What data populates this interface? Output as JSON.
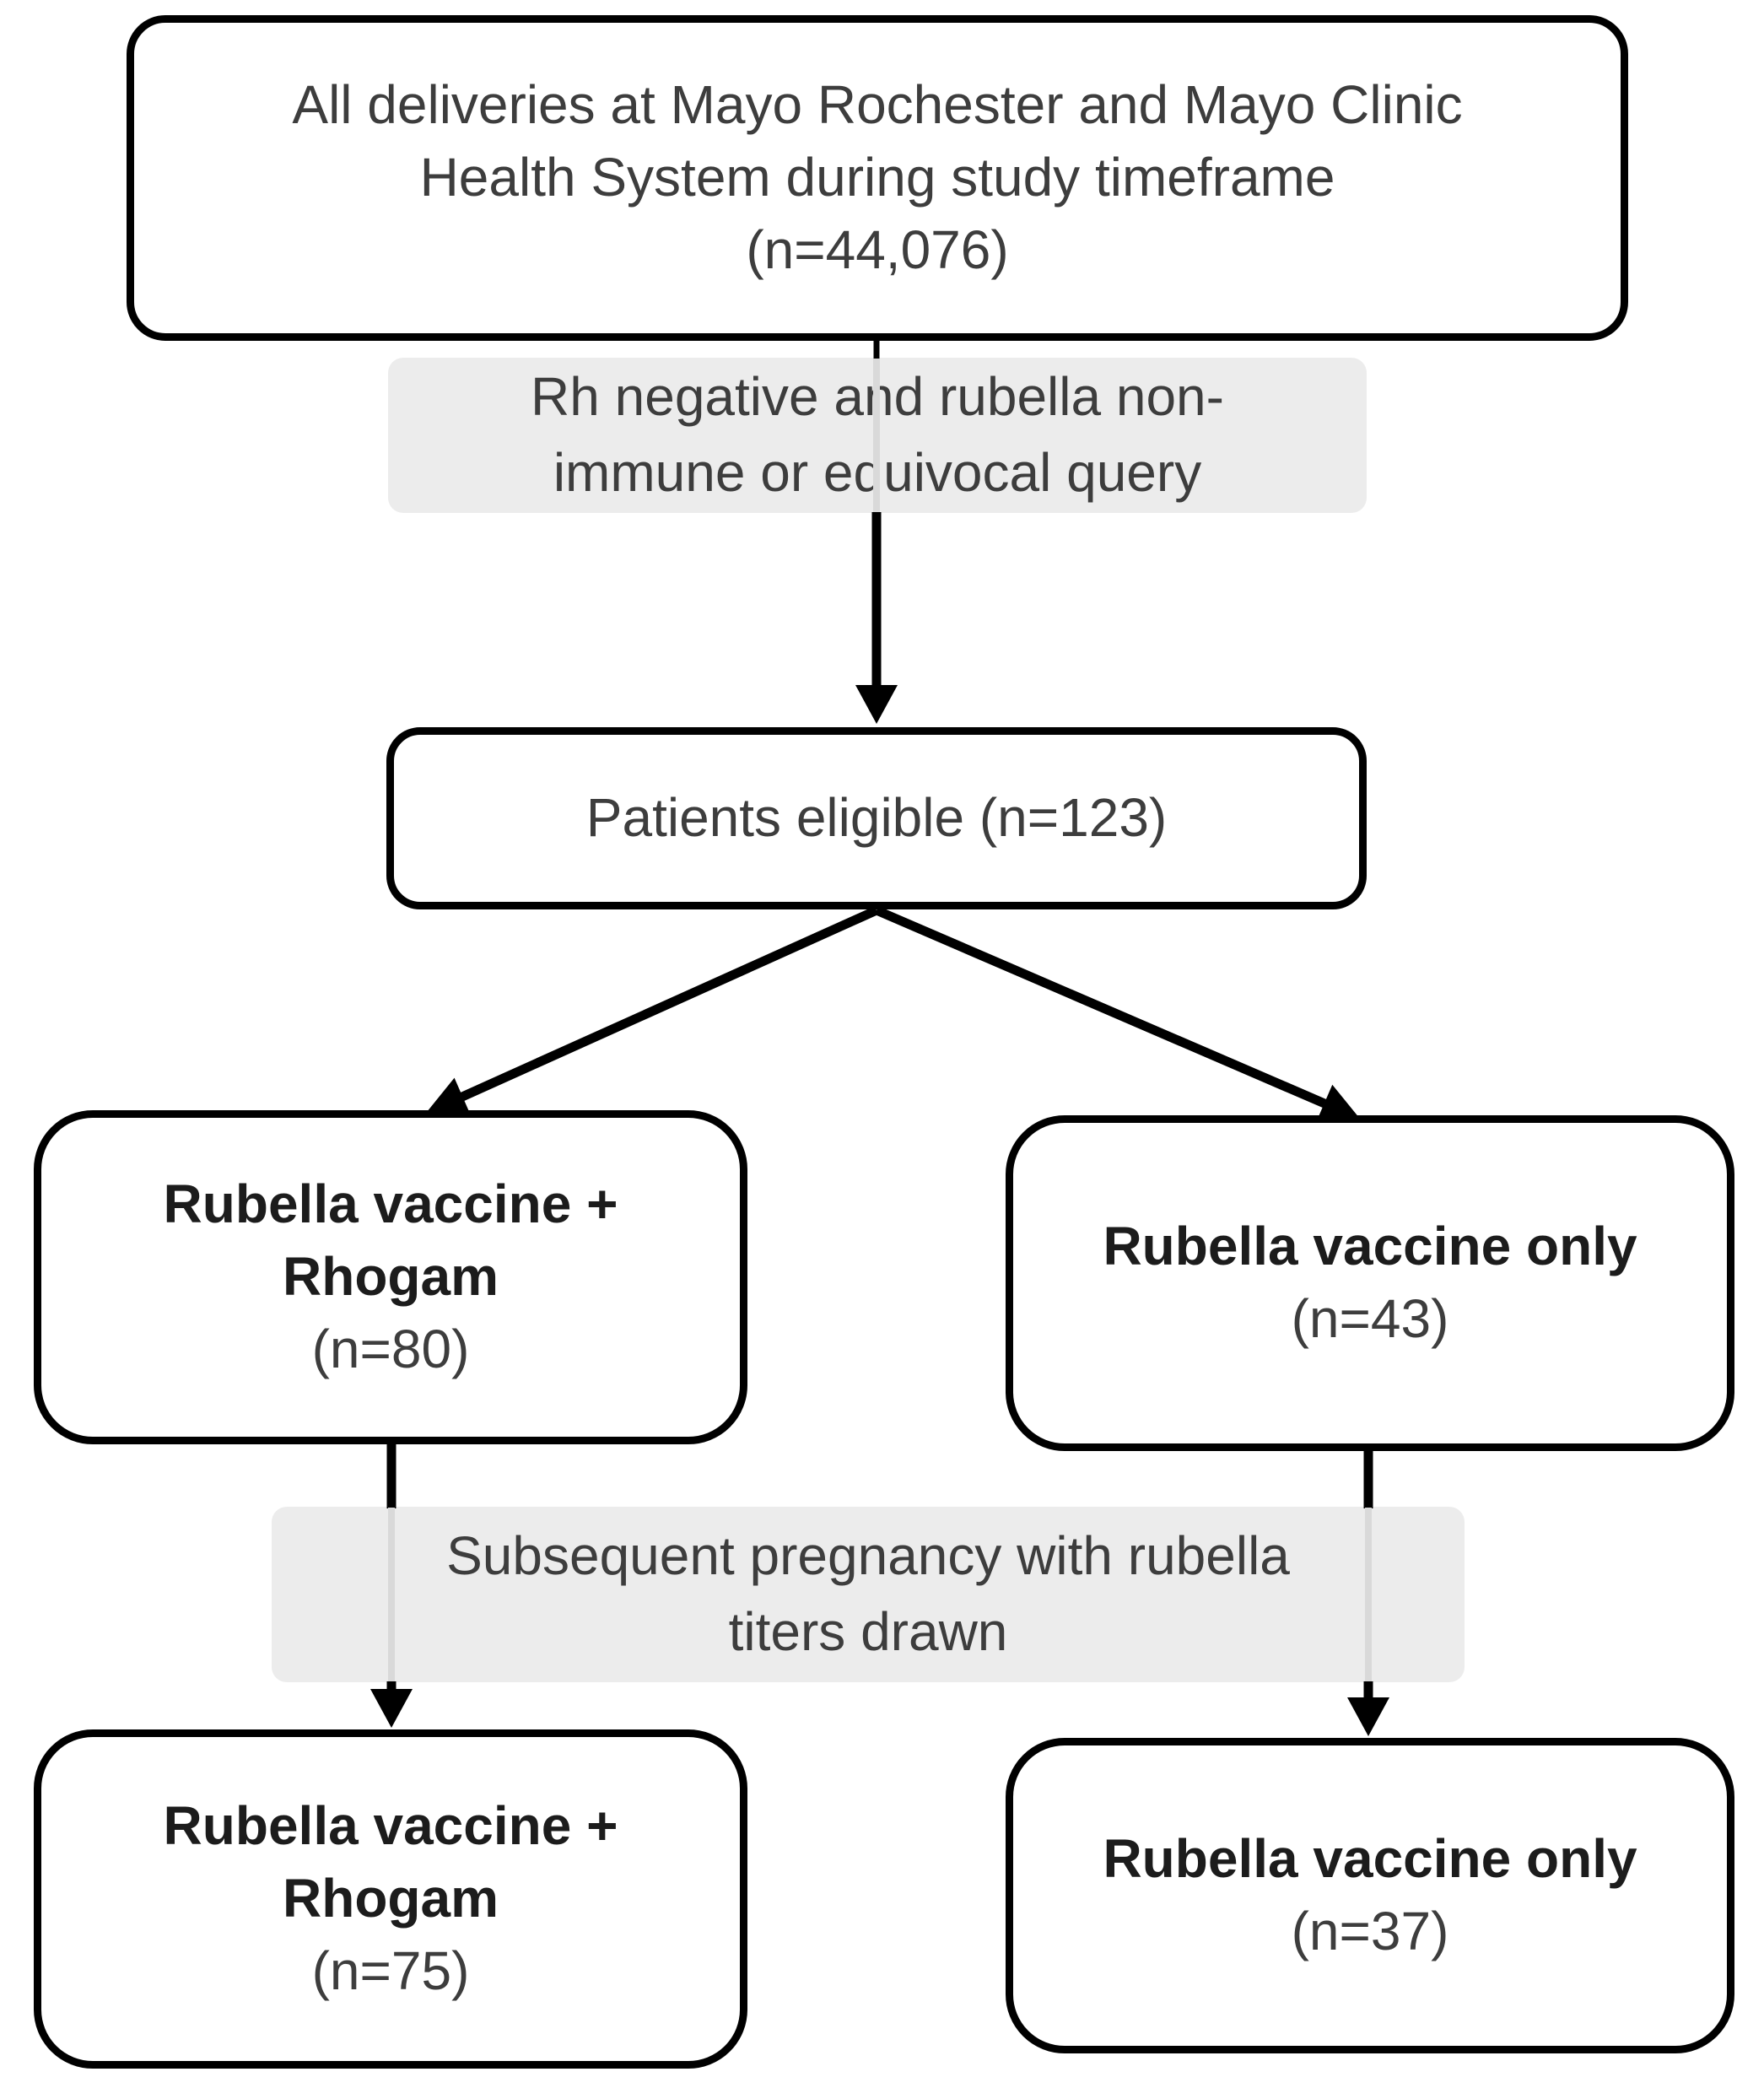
{
  "diagram": {
    "top_box": {
      "line1": "All deliveries at Mayo Rochester and Mayo Clinic",
      "line2": "Health System during study timeframe",
      "count": "(n=44,076)"
    },
    "filter1": {
      "line1": "Rh negative and rubella non-",
      "line2": "immune or equivocal query"
    },
    "eligible_box": {
      "text": "Patients eligible (n=123)"
    },
    "mid_left_box": {
      "title_line1": "Rubella vaccine +",
      "title_line2": "Rhogam",
      "count": "(n=80)"
    },
    "mid_right_box": {
      "title": "Rubella vaccine only",
      "count": "(n=43)"
    },
    "filter2": {
      "line1": "Subsequent pregnancy with rubella",
      "line2": "titers drawn"
    },
    "bottom_left_box": {
      "title_line1": "Rubella vaccine +",
      "title_line2": "Rhogam",
      "count": "(n=75)"
    },
    "bottom_right_box": {
      "title": "Rubella vaccine only",
      "count": "(n=37)"
    },
    "colors": {
      "box_border": "#000000",
      "box_fill": "#ffffff",
      "filter_label_bg": "#ececec",
      "regular_text": "#3d3d3d",
      "bold_text": "#1c1c1c",
      "arrow": "#000000",
      "line_through_label": "#d9d9d9"
    }
  }
}
